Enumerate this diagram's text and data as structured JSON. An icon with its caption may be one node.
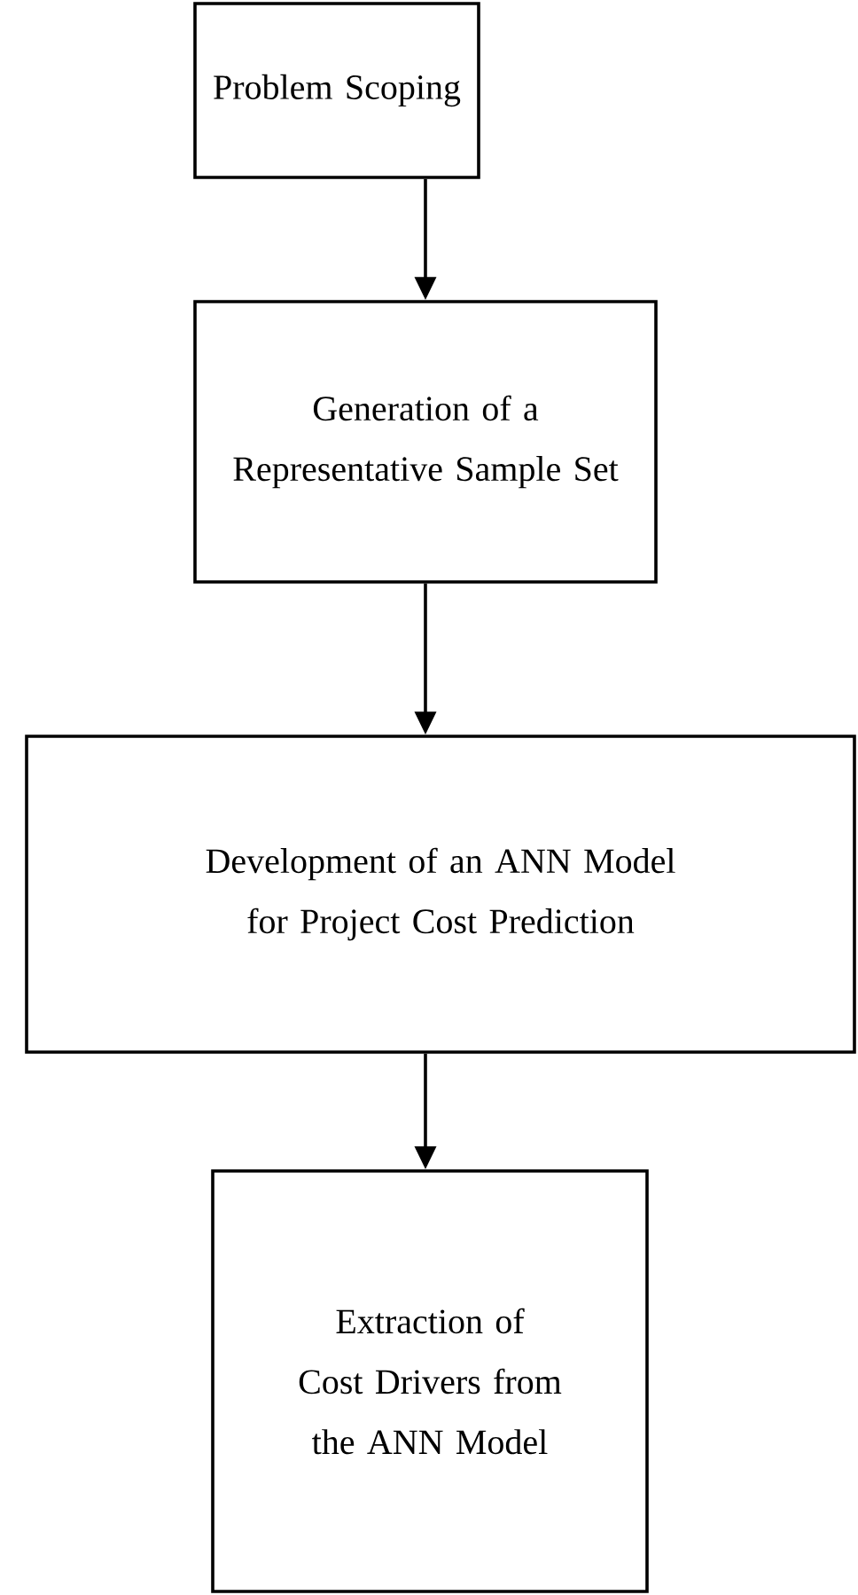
{
  "diagram": {
    "nodes": [
      {
        "text": [
          "Problem Scoping"
        ]
      },
      {
        "text": [
          "Generation of a Representative Sample Set"
        ]
      },
      {
        "text": [
          "Development of an ANN Model for Project Cost Prediction"
        ]
      },
      {
        "text": [
          "Extraction of Cost Drivers from the ANN Model"
        ]
      }
    ],
    "edges": [
      {
        "from": 0,
        "to": 1,
        "arrow": "to"
      },
      {
        "from": 1,
        "to": 2,
        "arrow": "to"
      },
      {
        "from": 2,
        "to": 3,
        "arrow": "to"
      }
    ]
  }
}
